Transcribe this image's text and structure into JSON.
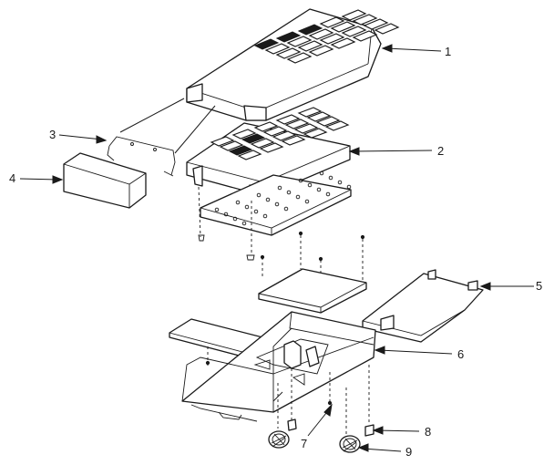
{
  "callouts": [
    {
      "label": "1",
      "name": "keypad-housing-top"
    },
    {
      "label": "2",
      "name": "keypad-frame"
    },
    {
      "label": "3",
      "name": "battery-clip"
    },
    {
      "label": "4",
      "name": "battery"
    },
    {
      "label": "5",
      "name": "battery-door"
    },
    {
      "label": "6",
      "name": "bottom-case"
    },
    {
      "label": "7",
      "name": "screw"
    },
    {
      "label": "8",
      "name": "clip"
    },
    {
      "label": "9",
      "name": "rubber-foot"
    }
  ],
  "colors": {
    "ink": "#1a1a1a",
    "paper": "#ffffff"
  }
}
